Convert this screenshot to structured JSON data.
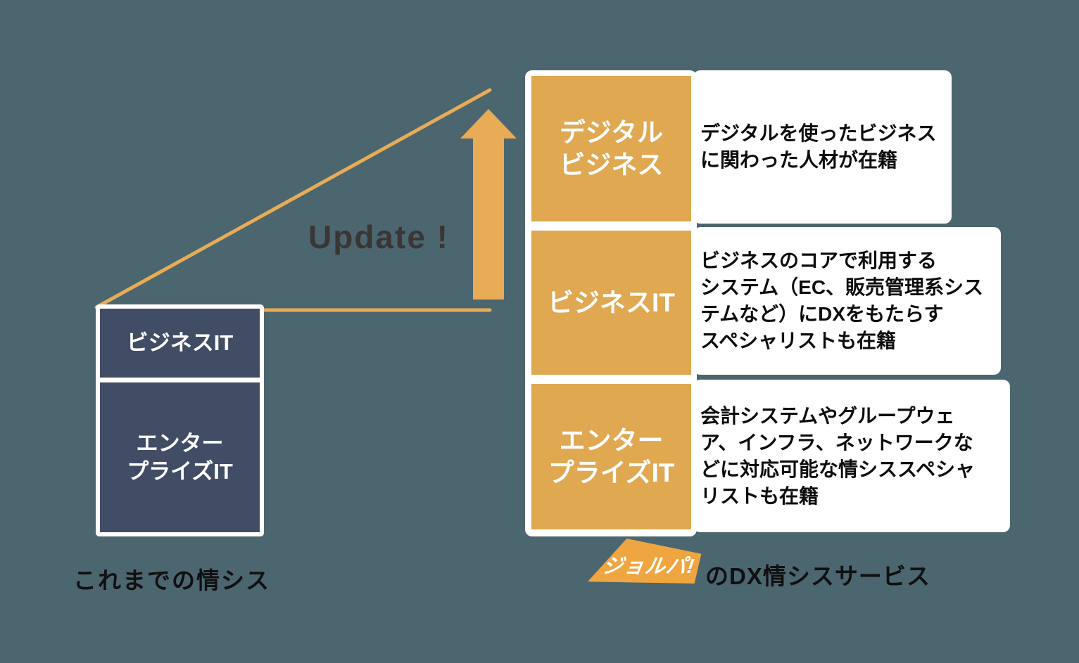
{
  "background_color": "#4C666F",
  "colors": {
    "box_orange": "#DFA851",
    "logo_orange": "#EFA640",
    "accent_line_orange": "#E7AC55",
    "legacy_navy": "#404D65",
    "panel_white": "#FFFFFF",
    "update_text": "#3A3634",
    "caption_black": "#101010"
  },
  "update_label": "Update !",
  "left_group": {
    "caption": "これまでの情シス",
    "segments": [
      {
        "label": "ビジネスIT"
      },
      {
        "label": "エンター\nプライズIT"
      }
    ]
  },
  "right_group": {
    "rows": [
      {
        "label": "デジタル\nビジネス",
        "description": "デジタルを使ったビジネス\nに関わった人材が在籍"
      },
      {
        "label": "ビジネスIT",
        "description": "ビジネスのコアで利用する\nシステム（EC、販売管理系シス\nテムなど）にDXをもたらす\nスペシャリストも在籍"
      },
      {
        "label": "エンター\nプライズIT",
        "description": "会計システムやグループウェ\nア、インフラ、ネットワークな\nどに対応可能な情シススペシャ\nリストも在籍"
      }
    ],
    "caption": {
      "logo_text": "ジョルパ!",
      "suffix": "のDX情シスサービス"
    }
  }
}
